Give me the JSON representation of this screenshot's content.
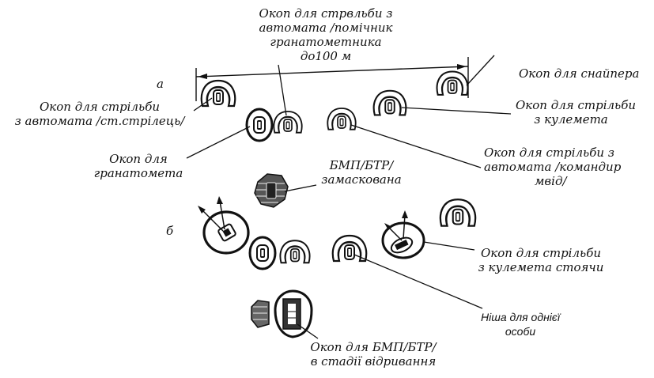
{
  "section_marks": {
    "a": "а",
    "b": "б"
  },
  "labels": {
    "top_rifle_assistant": [
      "Окоп для стрвльби з",
      "автомата /помічник",
      "гранатометника",
      "до100 м"
    ],
    "sniper": "Окоп для снайпера",
    "rifle_senior": [
      "Окоп для стрільби",
      "з автомата /ст.стрілець/"
    ],
    "machine_gun": [
      "Окоп для стрільби",
      "з кулемета"
    ],
    "grenade_launcher": [
      "Окоп для",
      "гранатомета"
    ],
    "rifle_commander": [
      "Окоп для стрільби з",
      "автомата /командир",
      "мвід/"
    ],
    "bmp_camouflaged": [
      "БМП/БТР/",
      "замаскована"
    ],
    "machine_gun_standing": [
      "Окоп для стрільби",
      "з кулемета стоячи"
    ],
    "niche_single": [
      "Ніша для однієї",
      "особи"
    ],
    "bmp_digging": [
      "Окоп для БМП/БТР/",
      "в стадії відривання"
    ]
  }
}
